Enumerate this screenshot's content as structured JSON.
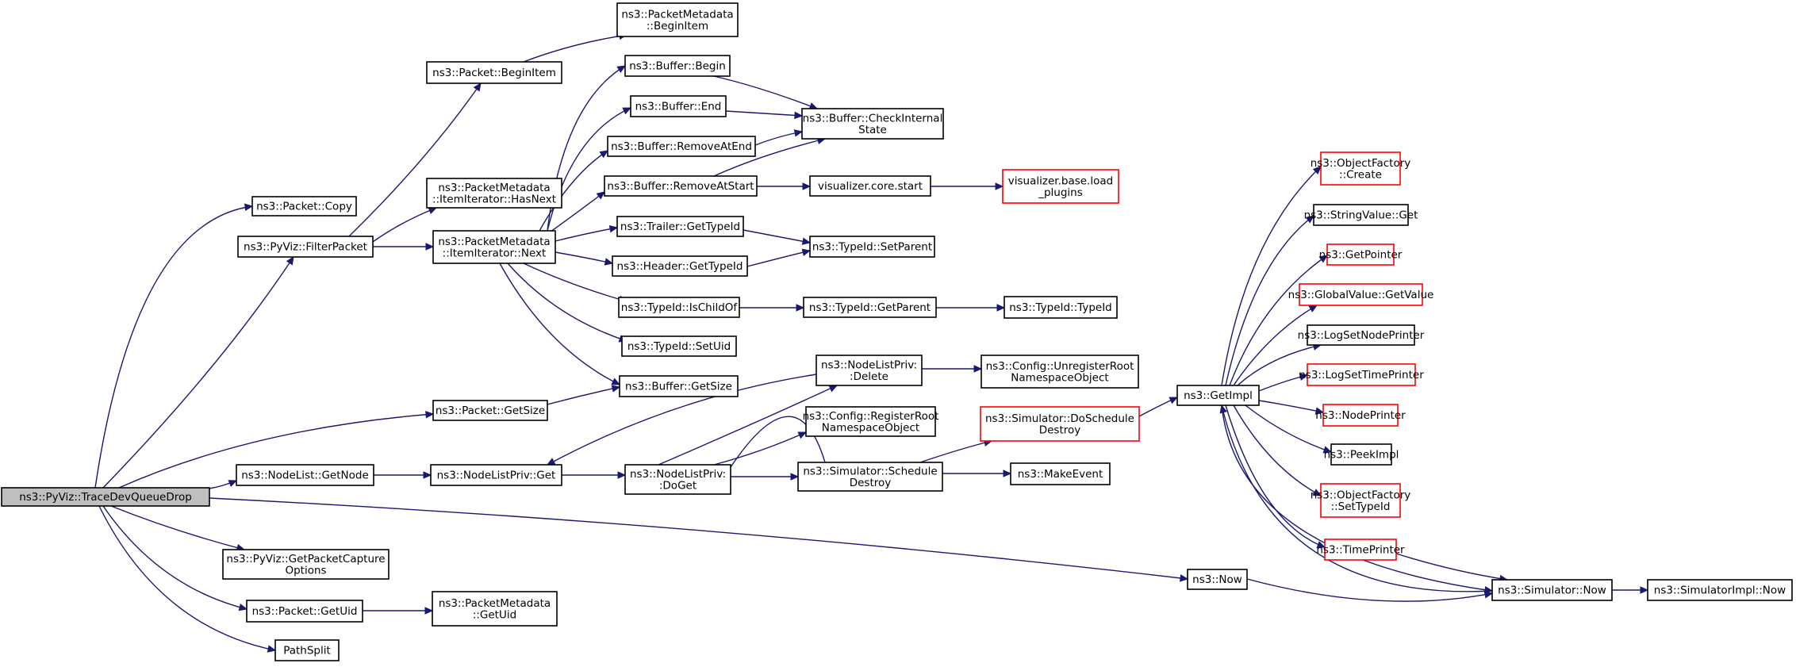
{
  "colors": {
    "edge": "#191970",
    "node_border": "#000000",
    "node_border_truncated": "#ff0000",
    "root_fill": "#bfbfbf",
    "node_fill": "#ffffff"
  },
  "nodes": [
    {
      "id": "root",
      "lines": [
        "ns3::PyViz::TraceDevQueueDrop"
      ],
      "style": "root"
    },
    {
      "id": "pkt_copy",
      "lines": [
        "ns3::Packet::Copy"
      ],
      "style": "normal"
    },
    {
      "id": "filter",
      "lines": [
        "ns3::PyViz::FilterPacket"
      ],
      "style": "normal"
    },
    {
      "id": "pkt_getsize",
      "lines": [
        "ns3::Packet::GetSize"
      ],
      "style": "normal"
    },
    {
      "id": "nl_getnode",
      "lines": [
        "ns3::NodeList::GetNode"
      ],
      "style": "normal"
    },
    {
      "id": "capopts",
      "lines": [
        "ns3::PyViz::GetPacketCapture",
        "Options"
      ],
      "style": "normal"
    },
    {
      "id": "pkt_getuid",
      "lines": [
        "ns3::Packet::GetUid"
      ],
      "style": "normal"
    },
    {
      "id": "pathsplit",
      "lines": [
        "PathSplit"
      ],
      "style": "normal"
    },
    {
      "id": "pkt_beginitem",
      "lines": [
        "ns3::Packet::BeginItem"
      ],
      "style": "normal"
    },
    {
      "id": "pm_hasnext",
      "lines": [
        "ns3::PacketMetadata",
        "::ItemIterator::HasNext"
      ],
      "style": "normal"
    },
    {
      "id": "pm_next",
      "lines": [
        "ns3::PacketMetadata",
        "::ItemIterator::Next"
      ],
      "style": "normal"
    },
    {
      "id": "nlp_get",
      "lines": [
        "ns3::NodeListPriv::Get"
      ],
      "style": "normal"
    },
    {
      "id": "pm_getuid",
      "lines": [
        "ns3::PacketMetadata",
        "::GetUid"
      ],
      "style": "normal"
    },
    {
      "id": "pm_beginitem",
      "lines": [
        "ns3::PacketMetadata",
        "::BeginItem"
      ],
      "style": "normal"
    },
    {
      "id": "buf_begin",
      "lines": [
        "ns3::Buffer::Begin"
      ],
      "style": "normal"
    },
    {
      "id": "buf_end",
      "lines": [
        "ns3::Buffer::End"
      ],
      "style": "normal"
    },
    {
      "id": "buf_rmend",
      "lines": [
        "ns3::Buffer::RemoveAtEnd"
      ],
      "style": "normal"
    },
    {
      "id": "buf_rmstart",
      "lines": [
        "ns3::Buffer::RemoveAtStart"
      ],
      "style": "normal"
    },
    {
      "id": "trailer_gtid",
      "lines": [
        "ns3::Trailer::GetTypeId"
      ],
      "style": "normal"
    },
    {
      "id": "header_gtid",
      "lines": [
        "ns3::Header::GetTypeId"
      ],
      "style": "normal"
    },
    {
      "id": "tid_ischild",
      "lines": [
        "ns3::TypeId::IsChildOf"
      ],
      "style": "normal"
    },
    {
      "id": "tid_setuid",
      "lines": [
        "ns3::TypeId::SetUid"
      ],
      "style": "normal"
    },
    {
      "id": "buf_getsize",
      "lines": [
        "ns3::Buffer::GetSize"
      ],
      "style": "normal"
    },
    {
      "id": "nlp_delete",
      "lines": [
        "ns3::NodeListPriv:",
        ":Delete"
      ],
      "style": "normal"
    },
    {
      "id": "cfg_register",
      "lines": [
        "ns3::Config::RegisterRoot",
        "NamespaceObject"
      ],
      "style": "normal"
    },
    {
      "id": "nlp_doget",
      "lines": [
        "ns3::NodeListPriv:",
        ":DoGet"
      ],
      "style": "normal"
    },
    {
      "id": "sim_schedule",
      "lines": [
        "ns3::Simulator::Schedule",
        "Destroy"
      ],
      "style": "normal"
    },
    {
      "id": "buf_checkinternal",
      "lines": [
        "ns3::Buffer::CheckInternal",
        "State"
      ],
      "style": "normal"
    },
    {
      "id": "viz_start",
      "lines": [
        "visualizer.core.start"
      ],
      "style": "normal"
    },
    {
      "id": "tid_setparent",
      "lines": [
        "ns3::TypeId::SetParent"
      ],
      "style": "normal"
    },
    {
      "id": "tid_getparent",
      "lines": [
        "ns3::TypeId::GetParent"
      ],
      "style": "normal"
    },
    {
      "id": "viz_loadplugins",
      "lines": [
        "visualizer.base.load",
        "_plugins"
      ],
      "style": "truncated"
    },
    {
      "id": "tid_typeid",
      "lines": [
        "ns3::TypeId::TypeId"
      ],
      "style": "normal"
    },
    {
      "id": "cfg_unregister",
      "lines": [
        "ns3::Config::UnregisterRoot",
        "NamespaceObject"
      ],
      "style": "normal"
    },
    {
      "id": "sim_doschedule",
      "lines": [
        "ns3::Simulator::DoSchedule",
        "Destroy"
      ],
      "style": "truncated"
    },
    {
      "id": "makeevent",
      "lines": [
        "ns3::MakeEvent"
      ],
      "style": "normal"
    },
    {
      "id": "getimpl",
      "lines": [
        "ns3::GetImpl"
      ],
      "style": "normal"
    },
    {
      "id": "now",
      "lines": [
        "ns3::Now"
      ],
      "style": "normal"
    },
    {
      "id": "of_create",
      "lines": [
        "ns3::ObjectFactory",
        "::Create"
      ],
      "style": "truncated"
    },
    {
      "id": "strval_get",
      "lines": [
        "ns3::StringValue::Get"
      ],
      "style": "normal"
    },
    {
      "id": "getpointer",
      "lines": [
        "ns3::GetPointer"
      ],
      "style": "truncated"
    },
    {
      "id": "gv_getvalue",
      "lines": [
        "ns3::GlobalValue::GetValue"
      ],
      "style": "truncated"
    },
    {
      "id": "log_nodeprinter",
      "lines": [
        "ns3::LogSetNodePrinter"
      ],
      "style": "normal"
    },
    {
      "id": "log_timeprinter",
      "lines": [
        "ns3::LogSetTimePrinter"
      ],
      "style": "truncated"
    },
    {
      "id": "nodeprinter",
      "lines": [
        "ns3::NodePrinter"
      ],
      "style": "truncated"
    },
    {
      "id": "peekimpl",
      "lines": [
        "ns3::PeekImpl"
      ],
      "style": "normal"
    },
    {
      "id": "of_settypeid",
      "lines": [
        "ns3::ObjectFactory",
        "::SetTypeId"
      ],
      "style": "truncated"
    },
    {
      "id": "timeprinter",
      "lines": [
        "ns3::TimePrinter"
      ],
      "style": "truncated"
    },
    {
      "id": "sim_now",
      "lines": [
        "ns3::Simulator::Now"
      ],
      "style": "normal"
    },
    {
      "id": "simimpl_now",
      "lines": [
        "ns3::SimulatorImpl::Now"
      ],
      "style": "normal"
    }
  ],
  "edges": [
    [
      "root",
      "pkt_copy"
    ],
    [
      "root",
      "filter"
    ],
    [
      "root",
      "pkt_getsize"
    ],
    [
      "root",
      "nl_getnode"
    ],
    [
      "root",
      "capopts"
    ],
    [
      "root",
      "pkt_getuid"
    ],
    [
      "root",
      "pathsplit"
    ],
    [
      "root",
      "now"
    ],
    [
      "filter",
      "pkt_beginitem"
    ],
    [
      "filter",
      "pm_hasnext"
    ],
    [
      "filter",
      "pm_next"
    ],
    [
      "pkt_getsize",
      "buf_getsize"
    ],
    [
      "nl_getnode",
      "nlp_get"
    ],
    [
      "pkt_getuid",
      "pm_getuid"
    ],
    [
      "pkt_beginitem",
      "pm_beginitem"
    ],
    [
      "pm_next",
      "buf_begin"
    ],
    [
      "pm_next",
      "buf_end"
    ],
    [
      "pm_next",
      "buf_rmend"
    ],
    [
      "pm_next",
      "buf_rmstart"
    ],
    [
      "pm_next",
      "trailer_gtid"
    ],
    [
      "pm_next",
      "header_gtid"
    ],
    [
      "pm_next",
      "tid_ischild"
    ],
    [
      "pm_next",
      "tid_setuid"
    ],
    [
      "pm_next",
      "buf_getsize"
    ],
    [
      "nlp_get",
      "nlp_doget"
    ],
    [
      "buf_begin",
      "buf_checkinternal"
    ],
    [
      "buf_end",
      "buf_checkinternal"
    ],
    [
      "buf_rmend",
      "buf_checkinternal"
    ],
    [
      "buf_rmstart",
      "buf_checkinternal"
    ],
    [
      "buf_rmstart",
      "viz_start"
    ],
    [
      "viz_start",
      "viz_loadplugins"
    ],
    [
      "trailer_gtid",
      "tid_setparent"
    ],
    [
      "header_gtid",
      "tid_setparent"
    ],
    [
      "tid_ischild",
      "tid_getparent"
    ],
    [
      "tid_getparent",
      "tid_typeid"
    ],
    [
      "nlp_delete",
      "nlp_get"
    ],
    [
      "nlp_delete",
      "cfg_unregister"
    ],
    [
      "nlp_doget",
      "nlp_delete"
    ],
    [
      "nlp_doget",
      "cfg_register"
    ],
    [
      "nlp_doget",
      "sim_schedule"
    ],
    [
      "sim_schedule",
      "nlp_doget"
    ],
    [
      "sim_schedule",
      "makeevent"
    ],
    [
      "sim_schedule",
      "sim_doschedule"
    ],
    [
      "sim_doschedule",
      "getimpl"
    ],
    [
      "getimpl",
      "of_create"
    ],
    [
      "getimpl",
      "strval_get"
    ],
    [
      "getimpl",
      "getpointer"
    ],
    [
      "getimpl",
      "gv_getvalue"
    ],
    [
      "getimpl",
      "log_nodeprinter"
    ],
    [
      "getimpl",
      "log_timeprinter"
    ],
    [
      "getimpl",
      "nodeprinter"
    ],
    [
      "getimpl",
      "peekimpl"
    ],
    [
      "getimpl",
      "of_settypeid"
    ],
    [
      "getimpl",
      "timeprinter"
    ],
    [
      "getimpl",
      "sim_now"
    ],
    [
      "timeprinter",
      "sim_now"
    ],
    [
      "sim_now",
      "getimpl"
    ],
    [
      "now",
      "sim_now"
    ],
    [
      "sim_now",
      "simimpl_now"
    ]
  ]
}
